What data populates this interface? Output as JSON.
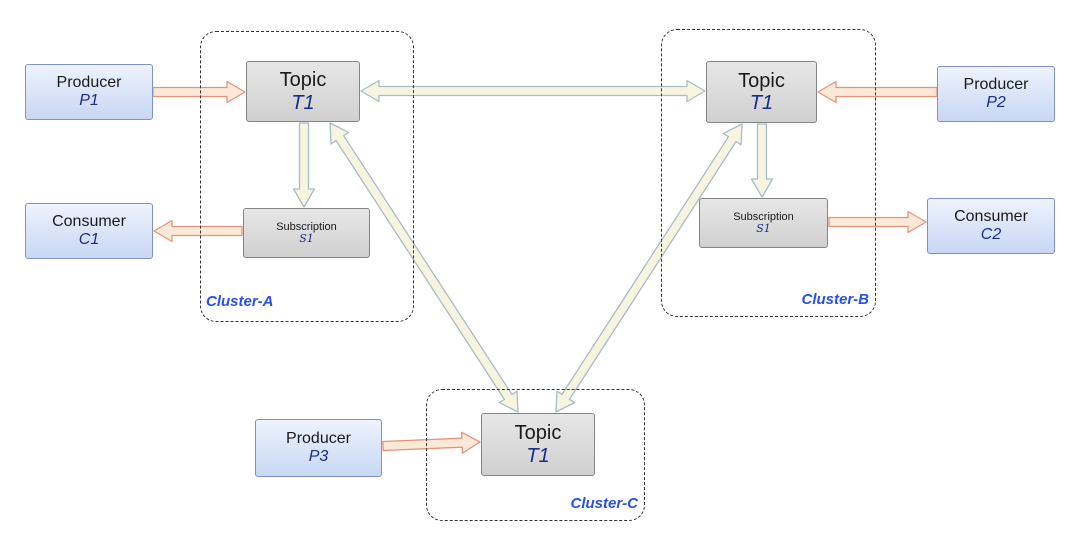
{
  "clusters": [
    {
      "id": "A",
      "label": "Cluster-A"
    },
    {
      "id": "B",
      "label": "Cluster-B"
    },
    {
      "id": "C",
      "label": "Cluster-C"
    }
  ],
  "producers": [
    {
      "label": "Producer",
      "id": "P1"
    },
    {
      "label": "Producer",
      "id": "P2"
    },
    {
      "label": "Producer",
      "id": "P3"
    }
  ],
  "consumers": [
    {
      "label": "Consumer",
      "id": "C1"
    },
    {
      "label": "Consumer",
      "id": "C2"
    }
  ],
  "topics": [
    {
      "label": "Topic",
      "id": "T1"
    },
    {
      "label": "Topic",
      "id": "T1"
    },
    {
      "label": "Topic",
      "id": "T1"
    }
  ],
  "subscriptions": [
    {
      "label": "Subscription",
      "id": "S1"
    },
    {
      "label": "Subscription",
      "id": "S1"
    }
  ],
  "colors": {
    "cluster_label": "#2a50e8",
    "client_fill": "#c8d7f4",
    "node_fill": "#d0d0d0",
    "replication_arrow_fill": "#f7f5df",
    "replication_arrow_stroke": "#a9bcc6",
    "client_arrow_fill": "#fbe8d6",
    "client_arrow_stroke": "#e6937a"
  },
  "connections": [
    {
      "from": "producer-P1",
      "to": "topic-A",
      "kind": "publish"
    },
    {
      "from": "producer-P2",
      "to": "topic-B",
      "kind": "publish"
    },
    {
      "from": "producer-P3",
      "to": "topic-C",
      "kind": "publish"
    },
    {
      "from": "subscription-A",
      "to": "consumer-C1",
      "kind": "consume"
    },
    {
      "from": "subscription-B",
      "to": "consumer-C2",
      "kind": "consume"
    },
    {
      "from": "topic-A",
      "to": "subscription-A",
      "kind": "dispatch"
    },
    {
      "from": "topic-B",
      "to": "subscription-B",
      "kind": "dispatch"
    },
    {
      "from": "topic-A",
      "to": "topic-B",
      "kind": "replication-bidirectional"
    },
    {
      "from": "topic-A",
      "to": "topic-C",
      "kind": "replication-bidirectional"
    },
    {
      "from": "topic-B",
      "to": "topic-C",
      "kind": "replication-bidirectional"
    }
  ]
}
